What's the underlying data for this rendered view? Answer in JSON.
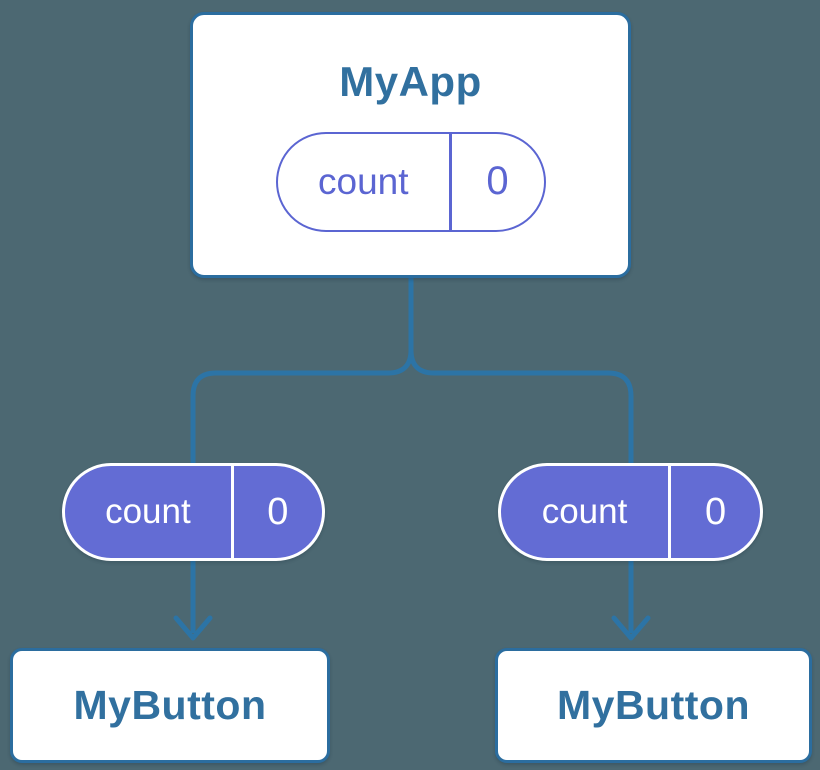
{
  "colors": {
    "background": "#4C6872",
    "card_bg": "#FFFFFF",
    "card_border": "#2B6D9F",
    "heading_text": "#31709F",
    "line_blue": "#2C74A6",
    "pill_purple": "#636CD4",
    "pill_outline_purple": "#5B65D2",
    "pill_text_light": "#FFFFFF"
  },
  "diagram": {
    "root": {
      "title": "MyApp",
      "state": {
        "label": "count",
        "value": "0"
      }
    },
    "children": [
      {
        "state": {
          "label": "count",
          "value": "0"
        },
        "title": "MyButton"
      },
      {
        "state": {
          "label": "count",
          "value": "0"
        },
        "title": "MyButton"
      }
    ]
  }
}
